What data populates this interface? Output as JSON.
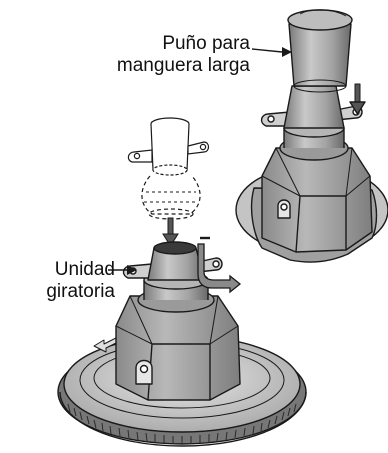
{
  "labels": {
    "hose_cuff": {
      "line1": "Puño para",
      "line2": "manguera larga"
    },
    "swivel_unit": {
      "line1": "Unidad",
      "line2": "giratoria"
    }
  },
  "colors": {
    "outline": "#1a1a1a",
    "metal_light": "#d9d9d9",
    "metal_mid": "#a9a9a9",
    "metal_dark": "#6f6f6f",
    "disc_fill": "#cfcfcf"
  },
  "icons": [
    "down-arrow-icon",
    "bent-arrow-icon",
    "pointer-arrow-icon"
  ]
}
